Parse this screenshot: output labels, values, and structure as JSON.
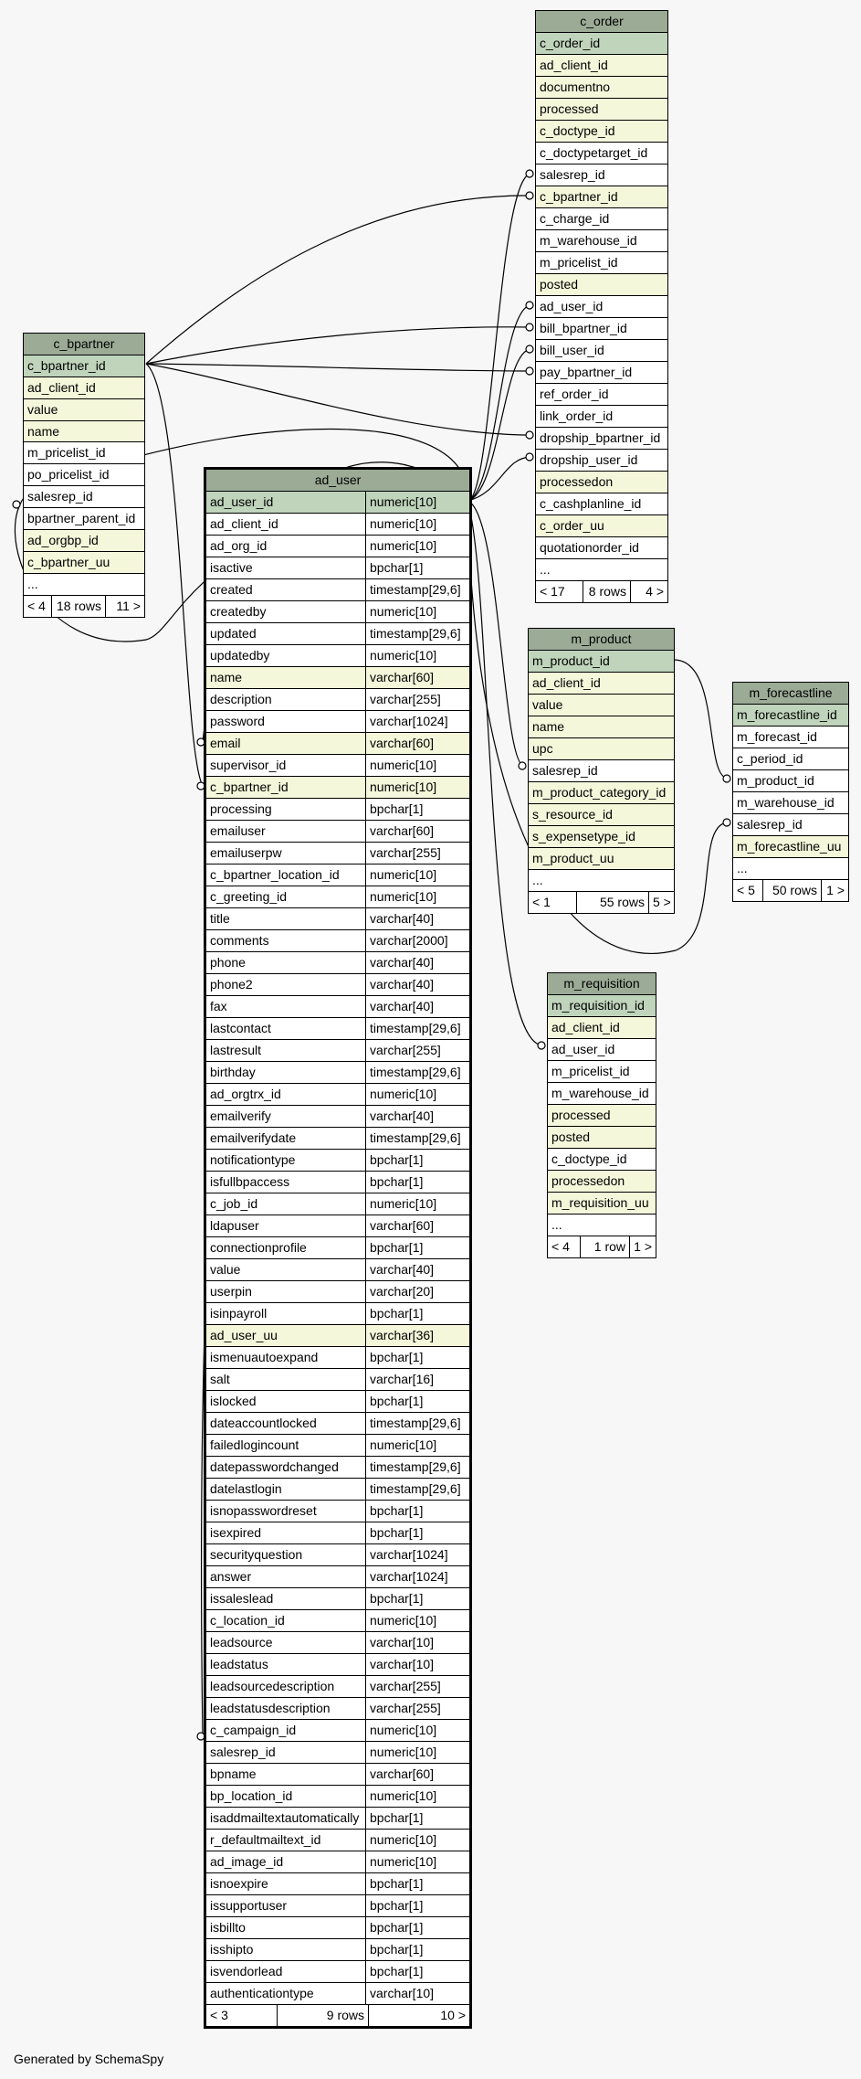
{
  "footer": "Generated by SchemaSpy",
  "tables": {
    "c_order": {
      "name": "c_order",
      "columns": [
        {
          "name": "c_order_id",
          "kind": "pk"
        },
        {
          "name": "ad_client_id",
          "kind": "idx"
        },
        {
          "name": "documentno",
          "kind": "idx"
        },
        {
          "name": "processed",
          "kind": "idx"
        },
        {
          "name": "c_doctype_id",
          "kind": "idx"
        },
        {
          "name": "c_doctypetarget_id",
          "kind": "plain"
        },
        {
          "name": "salesrep_id",
          "kind": "plain"
        },
        {
          "name": "c_bpartner_id",
          "kind": "idx"
        },
        {
          "name": "c_charge_id",
          "kind": "plain"
        },
        {
          "name": "m_warehouse_id",
          "kind": "plain"
        },
        {
          "name": "m_pricelist_id",
          "kind": "plain"
        },
        {
          "name": "posted",
          "kind": "idx"
        },
        {
          "name": "ad_user_id",
          "kind": "plain"
        },
        {
          "name": "bill_bpartner_id",
          "kind": "plain"
        },
        {
          "name": "bill_user_id",
          "kind": "plain"
        },
        {
          "name": "pay_bpartner_id",
          "kind": "plain"
        },
        {
          "name": "ref_order_id",
          "kind": "plain"
        },
        {
          "name": "link_order_id",
          "kind": "plain"
        },
        {
          "name": "dropship_bpartner_id",
          "kind": "plain"
        },
        {
          "name": "dropship_user_id",
          "kind": "plain"
        },
        {
          "name": "processedon",
          "kind": "idx"
        },
        {
          "name": "c_cashplanline_id",
          "kind": "plain"
        },
        {
          "name": "c_order_uu",
          "kind": "idx"
        },
        {
          "name": "quotationorder_id",
          "kind": "plain"
        },
        {
          "name": "...",
          "kind": "plain"
        }
      ],
      "footer": [
        "< 17",
        "8 rows",
        "4 >"
      ]
    },
    "c_bpartner": {
      "name": "c_bpartner",
      "columns": [
        {
          "name": "c_bpartner_id",
          "kind": "pk"
        },
        {
          "name": "ad_client_id",
          "kind": "idx"
        },
        {
          "name": "value",
          "kind": "idx"
        },
        {
          "name": "name",
          "kind": "idx"
        },
        {
          "name": "m_pricelist_id",
          "kind": "plain"
        },
        {
          "name": "po_pricelist_id",
          "kind": "plain"
        },
        {
          "name": "salesrep_id",
          "kind": "plain"
        },
        {
          "name": "bpartner_parent_id",
          "kind": "plain"
        },
        {
          "name": "ad_orgbp_id",
          "kind": "idx"
        },
        {
          "name": "c_bpartner_uu",
          "kind": "idx"
        },
        {
          "name": "...",
          "kind": "plain"
        }
      ],
      "footer": [
        "< 4",
        "18 rows",
        "11 >"
      ]
    },
    "ad_user": {
      "name": "ad_user",
      "columns": [
        {
          "name": "ad_user_id",
          "type": "numeric[10]",
          "kind": "pk"
        },
        {
          "name": "ad_client_id",
          "type": "numeric[10]",
          "kind": "plain"
        },
        {
          "name": "ad_org_id",
          "type": "numeric[10]",
          "kind": "plain"
        },
        {
          "name": "isactive",
          "type": "bpchar[1]",
          "kind": "plain"
        },
        {
          "name": "created",
          "type": "timestamp[29,6]",
          "kind": "plain"
        },
        {
          "name": "createdby",
          "type": "numeric[10]",
          "kind": "plain"
        },
        {
          "name": "updated",
          "type": "timestamp[29,6]",
          "kind": "plain"
        },
        {
          "name": "updatedby",
          "type": "numeric[10]",
          "kind": "plain"
        },
        {
          "name": "name",
          "type": "varchar[60]",
          "kind": "idx"
        },
        {
          "name": "description",
          "type": "varchar[255]",
          "kind": "plain"
        },
        {
          "name": "password",
          "type": "varchar[1024]",
          "kind": "plain"
        },
        {
          "name": "email",
          "type": "varchar[60]",
          "kind": "idx"
        },
        {
          "name": "supervisor_id",
          "type": "numeric[10]",
          "kind": "plain"
        },
        {
          "name": "c_bpartner_id",
          "type": "numeric[10]",
          "kind": "idx"
        },
        {
          "name": "processing",
          "type": "bpchar[1]",
          "kind": "plain"
        },
        {
          "name": "emailuser",
          "type": "varchar[60]",
          "kind": "plain"
        },
        {
          "name": "emailuserpw",
          "type": "varchar[255]",
          "kind": "plain"
        },
        {
          "name": "c_bpartner_location_id",
          "type": "numeric[10]",
          "kind": "plain"
        },
        {
          "name": "c_greeting_id",
          "type": "numeric[10]",
          "kind": "plain"
        },
        {
          "name": "title",
          "type": "varchar[40]",
          "kind": "plain"
        },
        {
          "name": "comments",
          "type": "varchar[2000]",
          "kind": "plain"
        },
        {
          "name": "phone",
          "type": "varchar[40]",
          "kind": "plain"
        },
        {
          "name": "phone2",
          "type": "varchar[40]",
          "kind": "plain"
        },
        {
          "name": "fax",
          "type": "varchar[40]",
          "kind": "plain"
        },
        {
          "name": "lastcontact",
          "type": "timestamp[29,6]",
          "kind": "plain"
        },
        {
          "name": "lastresult",
          "type": "varchar[255]",
          "kind": "plain"
        },
        {
          "name": "birthday",
          "type": "timestamp[29,6]",
          "kind": "plain"
        },
        {
          "name": "ad_orgtrx_id",
          "type": "numeric[10]",
          "kind": "plain"
        },
        {
          "name": "emailverify",
          "type": "varchar[40]",
          "kind": "plain"
        },
        {
          "name": "emailverifydate",
          "type": "timestamp[29,6]",
          "kind": "plain"
        },
        {
          "name": "notificationtype",
          "type": "bpchar[1]",
          "kind": "plain"
        },
        {
          "name": "isfullbpaccess",
          "type": "bpchar[1]",
          "kind": "plain"
        },
        {
          "name": "c_job_id",
          "type": "numeric[10]",
          "kind": "plain"
        },
        {
          "name": "ldapuser",
          "type": "varchar[60]",
          "kind": "plain"
        },
        {
          "name": "connectionprofile",
          "type": "bpchar[1]",
          "kind": "plain"
        },
        {
          "name": "value",
          "type": "varchar[40]",
          "kind": "plain"
        },
        {
          "name": "userpin",
          "type": "varchar[20]",
          "kind": "plain"
        },
        {
          "name": "isinpayroll",
          "type": "bpchar[1]",
          "kind": "plain"
        },
        {
          "name": "ad_user_uu",
          "type": "varchar[36]",
          "kind": "idx"
        },
        {
          "name": "ismenuautoexpand",
          "type": "bpchar[1]",
          "kind": "plain"
        },
        {
          "name": "salt",
          "type": "varchar[16]",
          "kind": "plain"
        },
        {
          "name": "islocked",
          "type": "bpchar[1]",
          "kind": "plain"
        },
        {
          "name": "dateaccountlocked",
          "type": "timestamp[29,6]",
          "kind": "plain"
        },
        {
          "name": "failedlogincount",
          "type": "numeric[10]",
          "kind": "plain"
        },
        {
          "name": "datepasswordchanged",
          "type": "timestamp[29,6]",
          "kind": "plain"
        },
        {
          "name": "datelastlogin",
          "type": "timestamp[29,6]",
          "kind": "plain"
        },
        {
          "name": "isnopasswordreset",
          "type": "bpchar[1]",
          "kind": "plain"
        },
        {
          "name": "isexpired",
          "type": "bpchar[1]",
          "kind": "plain"
        },
        {
          "name": "securityquestion",
          "type": "varchar[1024]",
          "kind": "plain"
        },
        {
          "name": "answer",
          "type": "varchar[1024]",
          "kind": "plain"
        },
        {
          "name": "issaleslead",
          "type": "bpchar[1]",
          "kind": "plain"
        },
        {
          "name": "c_location_id",
          "type": "numeric[10]",
          "kind": "plain"
        },
        {
          "name": "leadsource",
          "type": "varchar[10]",
          "kind": "plain"
        },
        {
          "name": "leadstatus",
          "type": "varchar[10]",
          "kind": "plain"
        },
        {
          "name": "leadsourcedescription",
          "type": "varchar[255]",
          "kind": "plain"
        },
        {
          "name": "leadstatusdescription",
          "type": "varchar[255]",
          "kind": "plain"
        },
        {
          "name": "c_campaign_id",
          "type": "numeric[10]",
          "kind": "plain"
        },
        {
          "name": "salesrep_id",
          "type": "numeric[10]",
          "kind": "plain"
        },
        {
          "name": "bpname",
          "type": "varchar[60]",
          "kind": "plain"
        },
        {
          "name": "bp_location_id",
          "type": "numeric[10]",
          "kind": "plain"
        },
        {
          "name": "isaddmailtextautomatically",
          "type": "bpchar[1]",
          "kind": "plain"
        },
        {
          "name": "r_defaultmailtext_id",
          "type": "numeric[10]",
          "kind": "plain"
        },
        {
          "name": "ad_image_id",
          "type": "numeric[10]",
          "kind": "plain"
        },
        {
          "name": "isnoexpire",
          "type": "bpchar[1]",
          "kind": "plain"
        },
        {
          "name": "issupportuser",
          "type": "bpchar[1]",
          "kind": "plain"
        },
        {
          "name": "isbillto",
          "type": "bpchar[1]",
          "kind": "plain"
        },
        {
          "name": "isshipto",
          "type": "bpchar[1]",
          "kind": "plain"
        },
        {
          "name": "isvendorlead",
          "type": "bpchar[1]",
          "kind": "plain"
        },
        {
          "name": "authenticationtype",
          "type": "varchar[10]",
          "kind": "plain"
        }
      ],
      "footer": [
        "< 3",
        "9 rows",
        "10 >"
      ]
    },
    "m_product": {
      "name": "m_product",
      "columns": [
        {
          "name": "m_product_id",
          "kind": "pk"
        },
        {
          "name": "ad_client_id",
          "kind": "idx"
        },
        {
          "name": "value",
          "kind": "idx"
        },
        {
          "name": "name",
          "kind": "idx"
        },
        {
          "name": "upc",
          "kind": "idx"
        },
        {
          "name": "salesrep_id",
          "kind": "plain"
        },
        {
          "name": "m_product_category_id",
          "kind": "idx"
        },
        {
          "name": "s_resource_id",
          "kind": "idx"
        },
        {
          "name": "s_expensetype_id",
          "kind": "idx"
        },
        {
          "name": "m_product_uu",
          "kind": "idx"
        },
        {
          "name": "...",
          "kind": "plain"
        }
      ],
      "footer": [
        "< 1",
        "55 rows",
        "5 >"
      ]
    },
    "m_forecastline": {
      "name": "m_forecastline",
      "columns": [
        {
          "name": "m_forecastline_id",
          "kind": "pk"
        },
        {
          "name": "m_forecast_id",
          "kind": "plain"
        },
        {
          "name": "c_period_id",
          "kind": "plain"
        },
        {
          "name": "m_product_id",
          "kind": "plain"
        },
        {
          "name": "m_warehouse_id",
          "kind": "plain"
        },
        {
          "name": "salesrep_id",
          "kind": "plain"
        },
        {
          "name": "m_forecastline_uu",
          "kind": "idx"
        },
        {
          "name": "...",
          "kind": "plain"
        }
      ],
      "footer": [
        "< 5",
        "50 rows",
        "1 >"
      ]
    },
    "m_requisition": {
      "name": "m_requisition",
      "columns": [
        {
          "name": "m_requisition_id",
          "kind": "pk"
        },
        {
          "name": "ad_client_id",
          "kind": "idx"
        },
        {
          "name": "ad_user_id",
          "kind": "plain"
        },
        {
          "name": "m_pricelist_id",
          "kind": "plain"
        },
        {
          "name": "m_warehouse_id",
          "kind": "plain"
        },
        {
          "name": "processed",
          "kind": "idx"
        },
        {
          "name": "posted",
          "kind": "idx"
        },
        {
          "name": "c_doctype_id",
          "kind": "plain"
        },
        {
          "name": "processedon",
          "kind": "idx"
        },
        {
          "name": "m_requisition_uu",
          "kind": "idx"
        },
        {
          "name": "...",
          "kind": "plain"
        }
      ],
      "footer": [
        "< 4",
        "1 row",
        "1 >"
      ]
    }
  }
}
